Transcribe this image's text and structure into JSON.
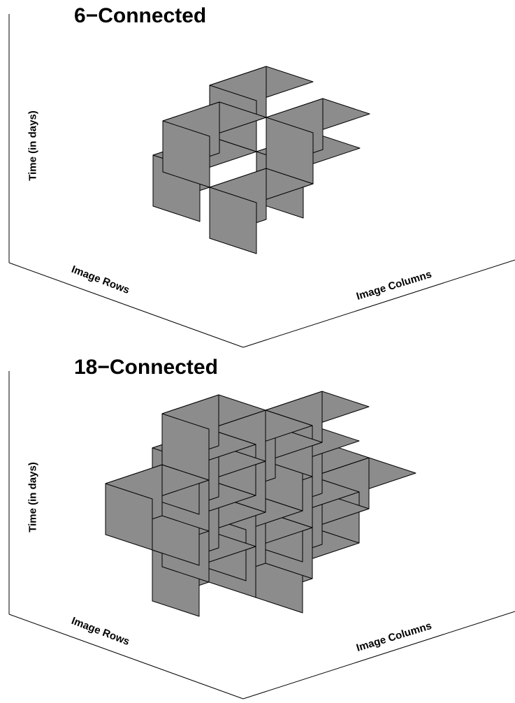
{
  "panels": [
    {
      "title": "6−Connected",
      "z_label": "Time (in days)",
      "row_label": "Image Rows",
      "col_label": "Image Columns",
      "connectivity": 6,
      "face_color": "#8c8c8c"
    },
    {
      "title": "18−Connected",
      "z_label": "Time (in days)",
      "row_label": "Image Rows",
      "col_label": "Image Columns",
      "connectivity": 18,
      "face_color": "#8c8c8c"
    }
  ]
}
